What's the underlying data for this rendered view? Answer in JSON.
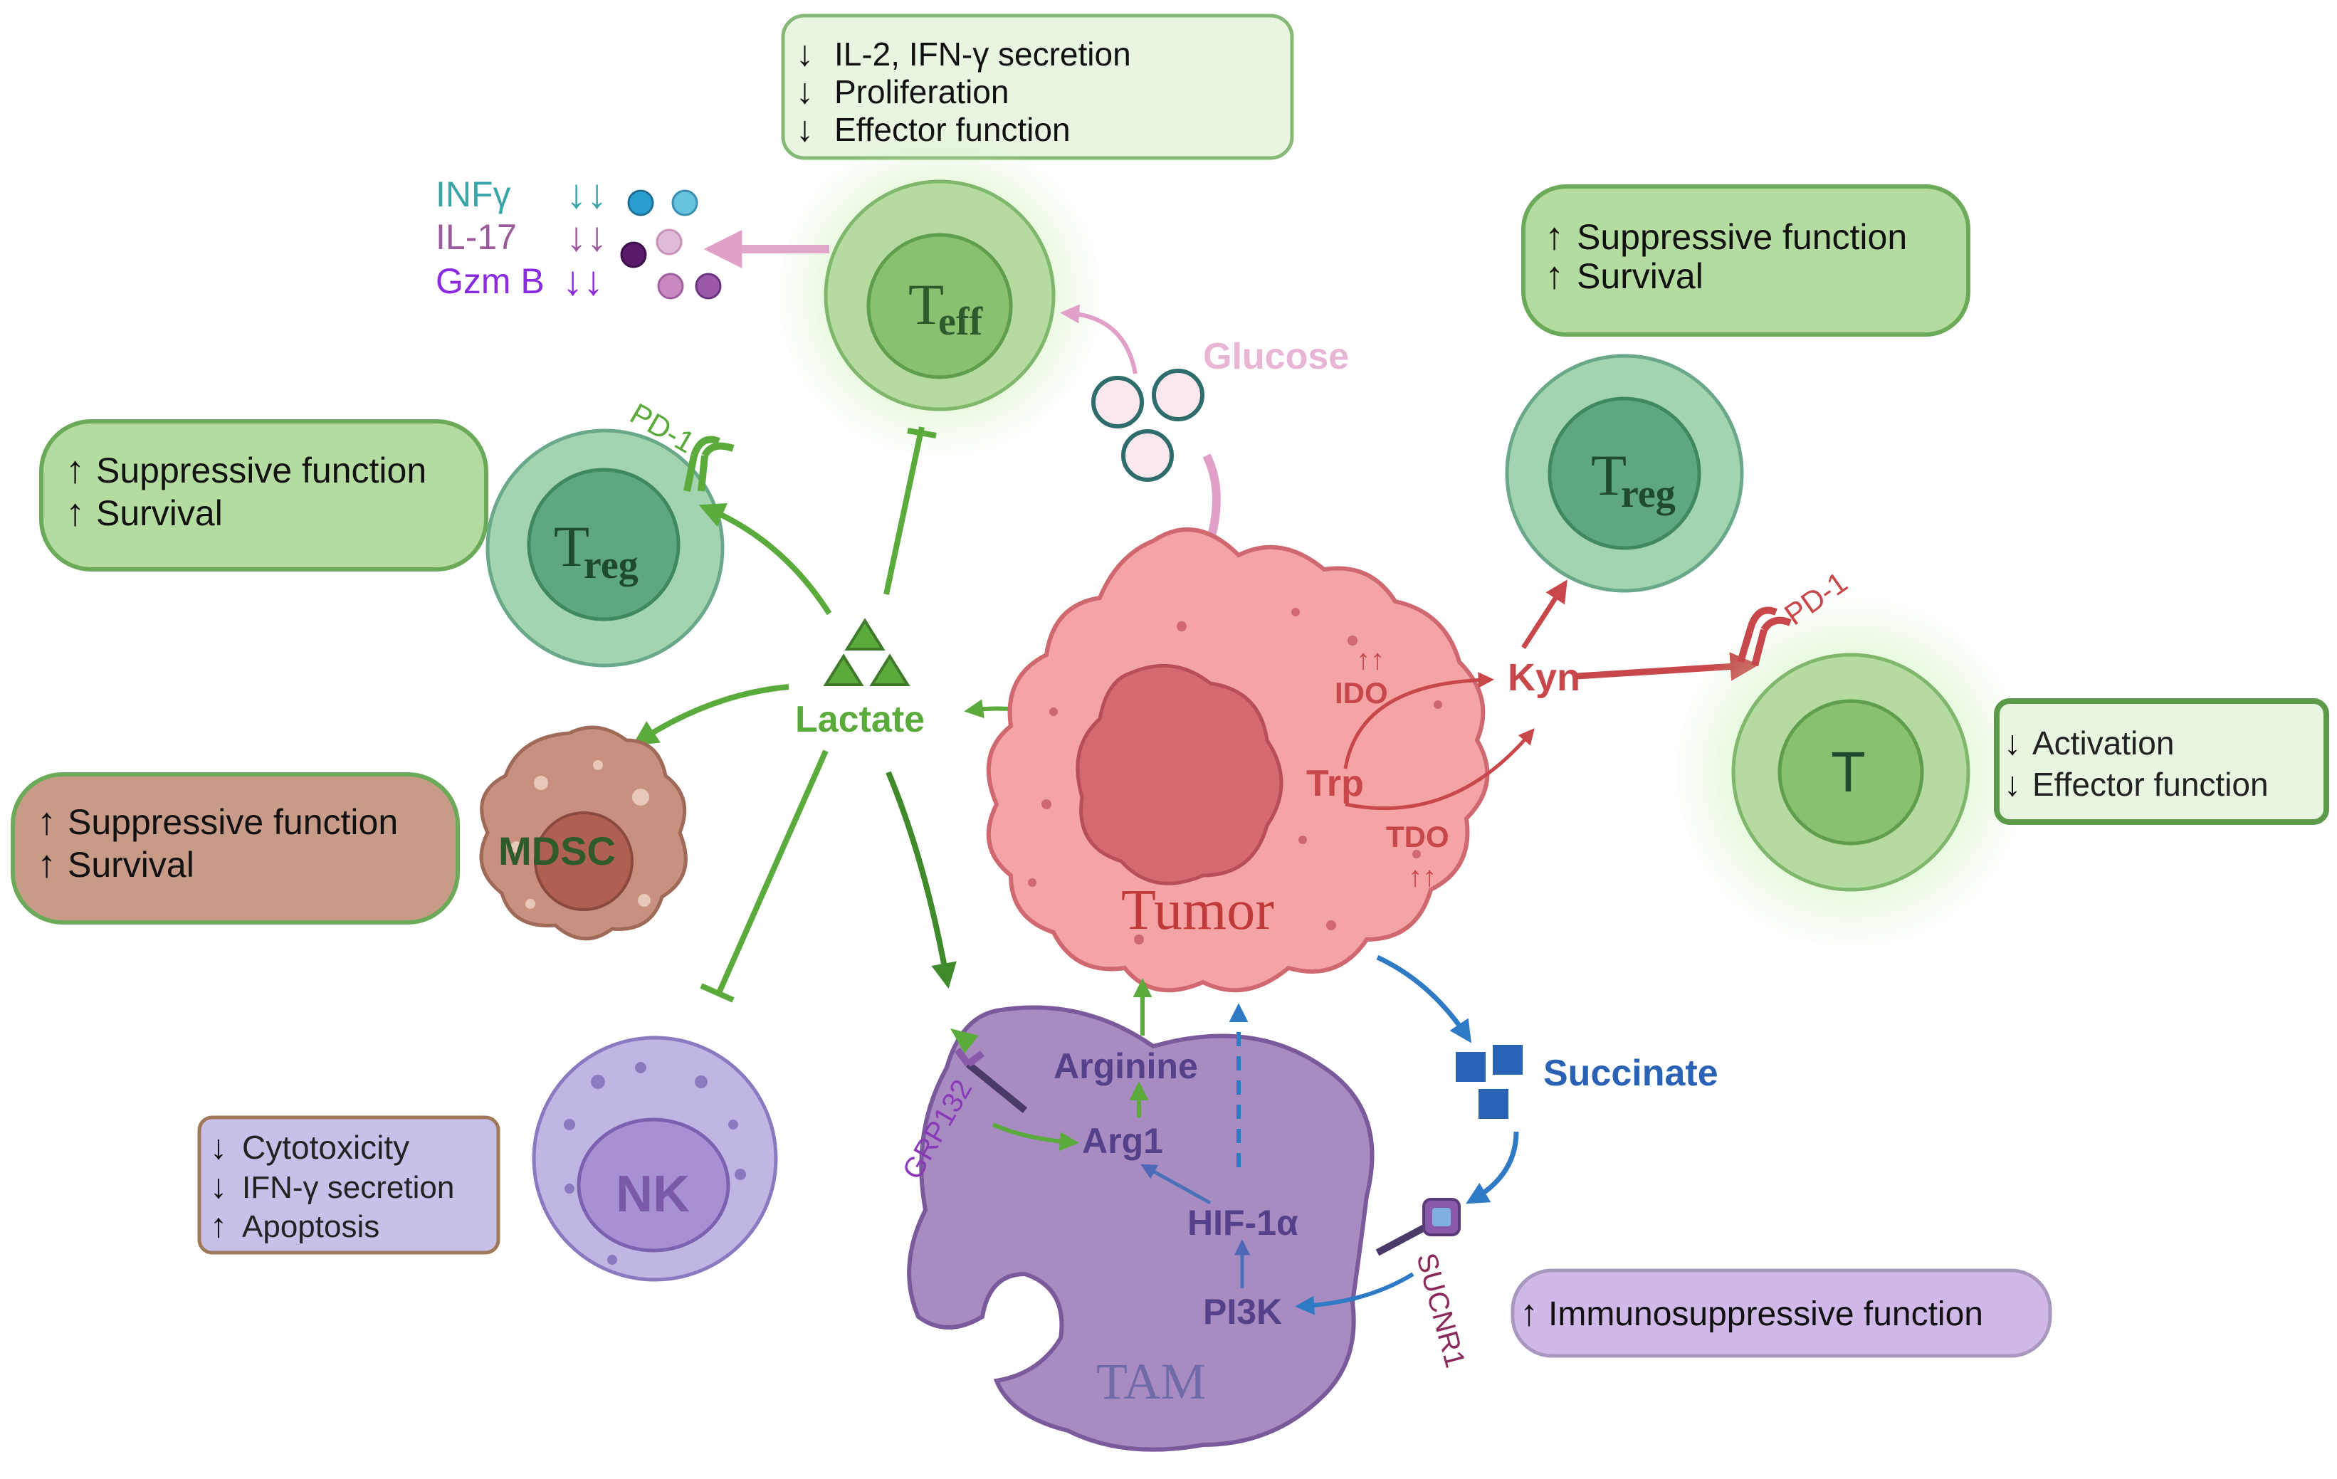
{
  "cells": {
    "teff": {
      "main": "T",
      "sub": "eff"
    },
    "treg_left": {
      "main": "T",
      "sub": "reg"
    },
    "treg_right": {
      "main": "T",
      "sub": "reg"
    },
    "t_cell": {
      "main": "T"
    },
    "mdsc": "MDSC",
    "nk": "NK",
    "tumor": "Tumor",
    "tam": "TAM"
  },
  "metabolites": {
    "lactate": "Lactate",
    "glucose": "Glucose",
    "kyn": "Kyn",
    "trp": "Trp",
    "ido": "IDO",
    "tdo": "TDO",
    "succinate": "Succinate",
    "arginine": "Arginine",
    "arg1": "Arg1",
    "hif1a": "HIF-1α",
    "pi3k": "PI3K"
  },
  "receptors": {
    "pd1_left": "PD-1",
    "pd1_right": "PD-1",
    "grp132": "GRP132",
    "sucnr1": "SUCNR1"
  },
  "cytokines": [
    {
      "label": "INFγ",
      "color": "#3aa5a8"
    },
    {
      "label": "IL-17",
      "color": "#9b5a9b"
    },
    {
      "label": "Gzm B",
      "color": "#8a2be2"
    }
  ],
  "boxes": {
    "teff_box": [
      {
        "dir": "down",
        "text": "IL-2, IFN-γ secretion"
      },
      {
        "dir": "down",
        "text": "Proliferation"
      },
      {
        "dir": "down",
        "text": "Effector function"
      }
    ],
    "treg_left_box": [
      {
        "dir": "up",
        "text": "Suppressive function"
      },
      {
        "dir": "up",
        "text": "Survival"
      }
    ],
    "treg_right_box": [
      {
        "dir": "up",
        "text": "Suppressive function"
      },
      {
        "dir": "up",
        "text": "Survival"
      }
    ],
    "mdsc_box": [
      {
        "dir": "up",
        "text": "Suppressive function"
      },
      {
        "dir": "up",
        "text": "Survival"
      }
    ],
    "t_box": [
      {
        "dir": "down",
        "text": "Activation"
      },
      {
        "dir": "down",
        "text": "Effector function"
      }
    ],
    "nk_box": [
      {
        "dir": "down",
        "text": "Cytotoxicity"
      },
      {
        "dir": "down",
        "text": "IFN-γ secretion"
      },
      {
        "dir": "up",
        "text": "Apoptosis"
      }
    ],
    "tam_box": [
      {
        "dir": "up",
        "text": "Immunosuppressive function"
      }
    ]
  },
  "colors": {
    "green_arrow": "#5aaa3c",
    "dark_green_arrow": "#3f8a2a",
    "red_arrow": "#c8474a",
    "blue_arrow": "#2f7ac4",
    "lactate_text": "#5aaa3c",
    "tumor_fill": "#f4a4a4",
    "tam_fill": "#a88bc0",
    "succinate": "#2a62b5"
  }
}
